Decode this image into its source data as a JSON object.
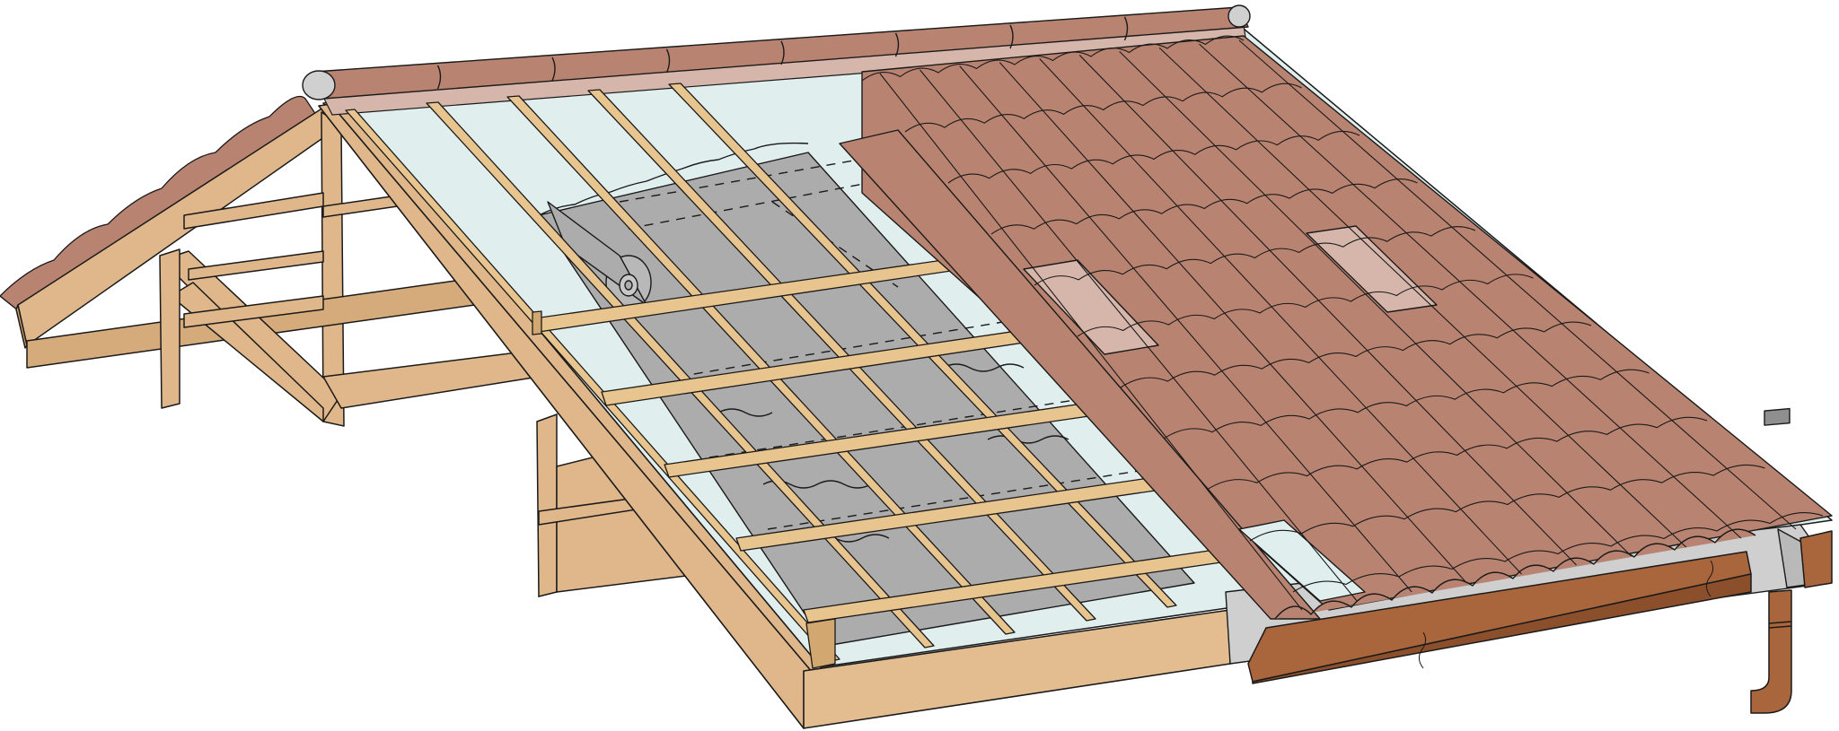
{
  "diagram": {
    "kind": "roof-construction-cutaway",
    "layers": [
      {
        "id": "truss",
        "icon": "wood-truss-icon",
        "color": "#dfb78a"
      },
      {
        "id": "underlay-film",
        "icon": "membrane-icon",
        "color": "#e0eeee"
      },
      {
        "id": "counter-battens",
        "icon": "batten-icon",
        "color": "#e8c48e"
      },
      {
        "id": "underlay-roll",
        "icon": "roll-icon",
        "color": "#acacac"
      },
      {
        "id": "tile-battens",
        "icon": "batten-icon",
        "color": "#e8c48e"
      },
      {
        "id": "roman-tiles",
        "icon": "roof-tile-icon",
        "color": "#b98371"
      },
      {
        "id": "ridge-tiles",
        "icon": "ridge-tile-icon",
        "color": "#b98371"
      },
      {
        "id": "bird-comb",
        "icon": "comb-icon",
        "color": "#222222"
      },
      {
        "id": "gutter",
        "icon": "gutter-icon",
        "color": "#a9653c"
      },
      {
        "id": "downpipe",
        "icon": "downpipe-icon",
        "color": "#a9653c"
      }
    ],
    "palette": {
      "outline": "#1a1a1a",
      "wood": "#dfb78a",
      "wood_dark": "#c99d6a",
      "film": "#e0eeee",
      "roll": "#acacac",
      "tile": "#b98371",
      "tile_light": "#d6b6aa",
      "gutter": "#a9653c",
      "concrete": "#cfcfcf"
    }
  }
}
